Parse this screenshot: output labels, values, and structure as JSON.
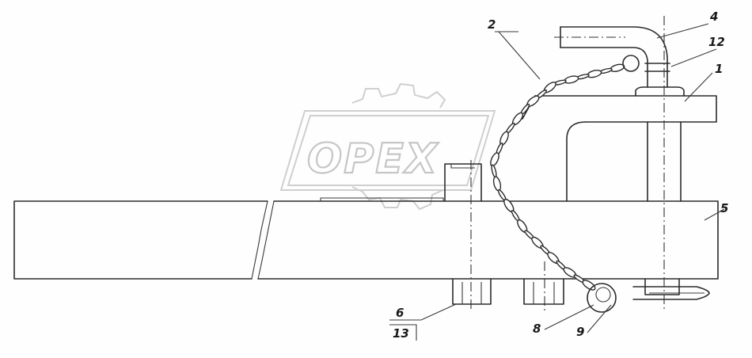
{
  "watermark": {
    "text": "OPEX"
  },
  "callouts": {
    "c1": "1",
    "c2": "2",
    "c4": "4",
    "c5": "5",
    "c6": "6",
    "c8": "8",
    "c9": "9",
    "c12": "12",
    "c13": "13"
  }
}
